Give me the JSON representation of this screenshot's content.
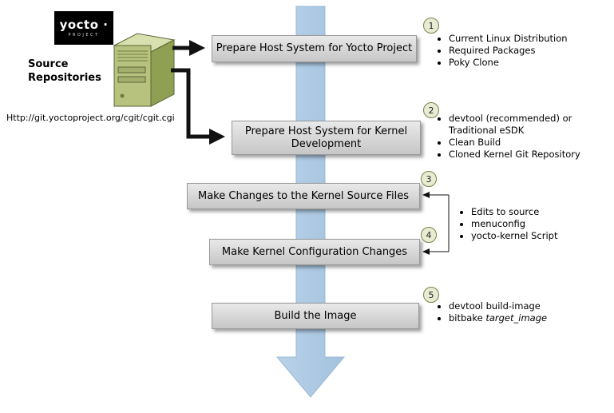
{
  "logo": {
    "brand": "yocto ·",
    "sub": "PROJECT"
  },
  "source": {
    "label": "Source Repositories",
    "url": "Http://git.yoctoproject.org/cgit/cgit.cgi"
  },
  "steps": [
    {
      "num": "1",
      "label": "Prepare Host System for Yocto Project",
      "bullets": [
        "Current Linux Distribution",
        "Required Packages",
        "Poky Clone"
      ]
    },
    {
      "num": "2",
      "label": "Prepare Host System for Kernel Development",
      "bullets": [
        "devtool (recommended) or Traditional eSDK",
        "Clean Build",
        "Cloned Kernel Git Repository"
      ]
    },
    {
      "num": "3",
      "label": "Make Changes to the Kernel Source Files"
    },
    {
      "num": "4",
      "label": "Make Kernel Configuration Changes"
    },
    {
      "num": "5",
      "label": "Build the Image",
      "bullets": [
        "devtool build-image"
      ],
      "bitbake_prefix": "bitbake ",
      "bitbake_italic": "target_image"
    }
  ],
  "shared": {
    "bullets": [
      "Edits to source",
      "menuconfig",
      "yocto-kernel Script"
    ]
  },
  "colors": {
    "flow_arrow_blue": "#abc8e2",
    "box_gray_top": "#e9e9e9",
    "box_gray_bottom": "#c6c6c6",
    "circle_fill": "#e7ecd2",
    "circle_border": "#75854a",
    "server_green": "#b7c27f",
    "connector_black": "#111111"
  }
}
